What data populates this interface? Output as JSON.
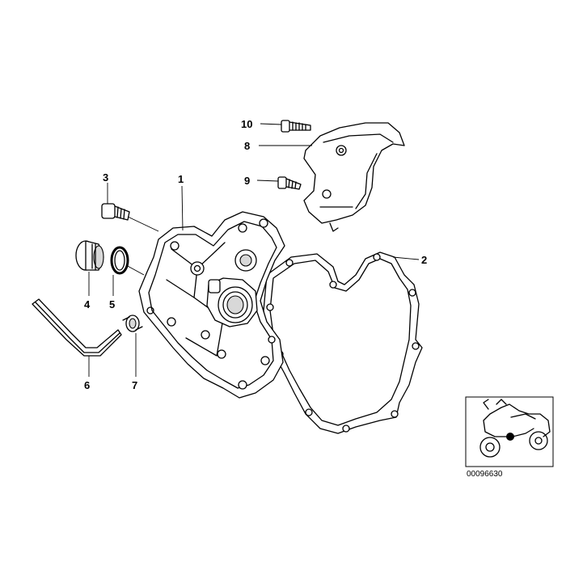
{
  "callouts": {
    "c1": "1",
    "c2": "2",
    "c3": "3",
    "c4": "4",
    "c5": "5",
    "c6": "6",
    "c7": "7",
    "c8": "8",
    "c9": "9",
    "c10": "10"
  },
  "reference_code": "00096630",
  "colors": {
    "line": "#000000",
    "background": "#ffffff",
    "shade": "#d8d8d8",
    "marker": "#000000"
  }
}
